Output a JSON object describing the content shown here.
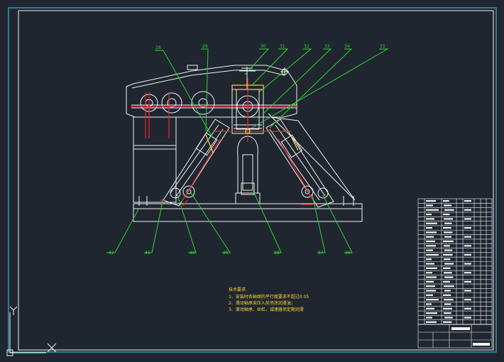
{
  "colors": {
    "background": "#1f2630",
    "line_white": "#f2f2f2",
    "line_red": "#e8282a",
    "line_green": "#2fd42f",
    "line_cyan": "#3fd4e8",
    "line_yellow": "#ffd733"
  },
  "balloons": {
    "top": [
      "28",
      "29",
      "30",
      "31",
      "32",
      "33",
      "34",
      "35"
    ],
    "bottom": [
      "42",
      "41",
      "40",
      "39",
      "38",
      "37",
      "36"
    ]
  },
  "notes": {
    "title": "技术要求",
    "items": [
      "1、安装时各轴颈的平行度要求不超过0.05",
      "2、滑动轴承采压入前须涂润滑油；",
      "3、滚动轴承、丝杠、减速器须定期润滑"
    ]
  },
  "ucs": {
    "y_label": "Y",
    "x_label": "X"
  }
}
